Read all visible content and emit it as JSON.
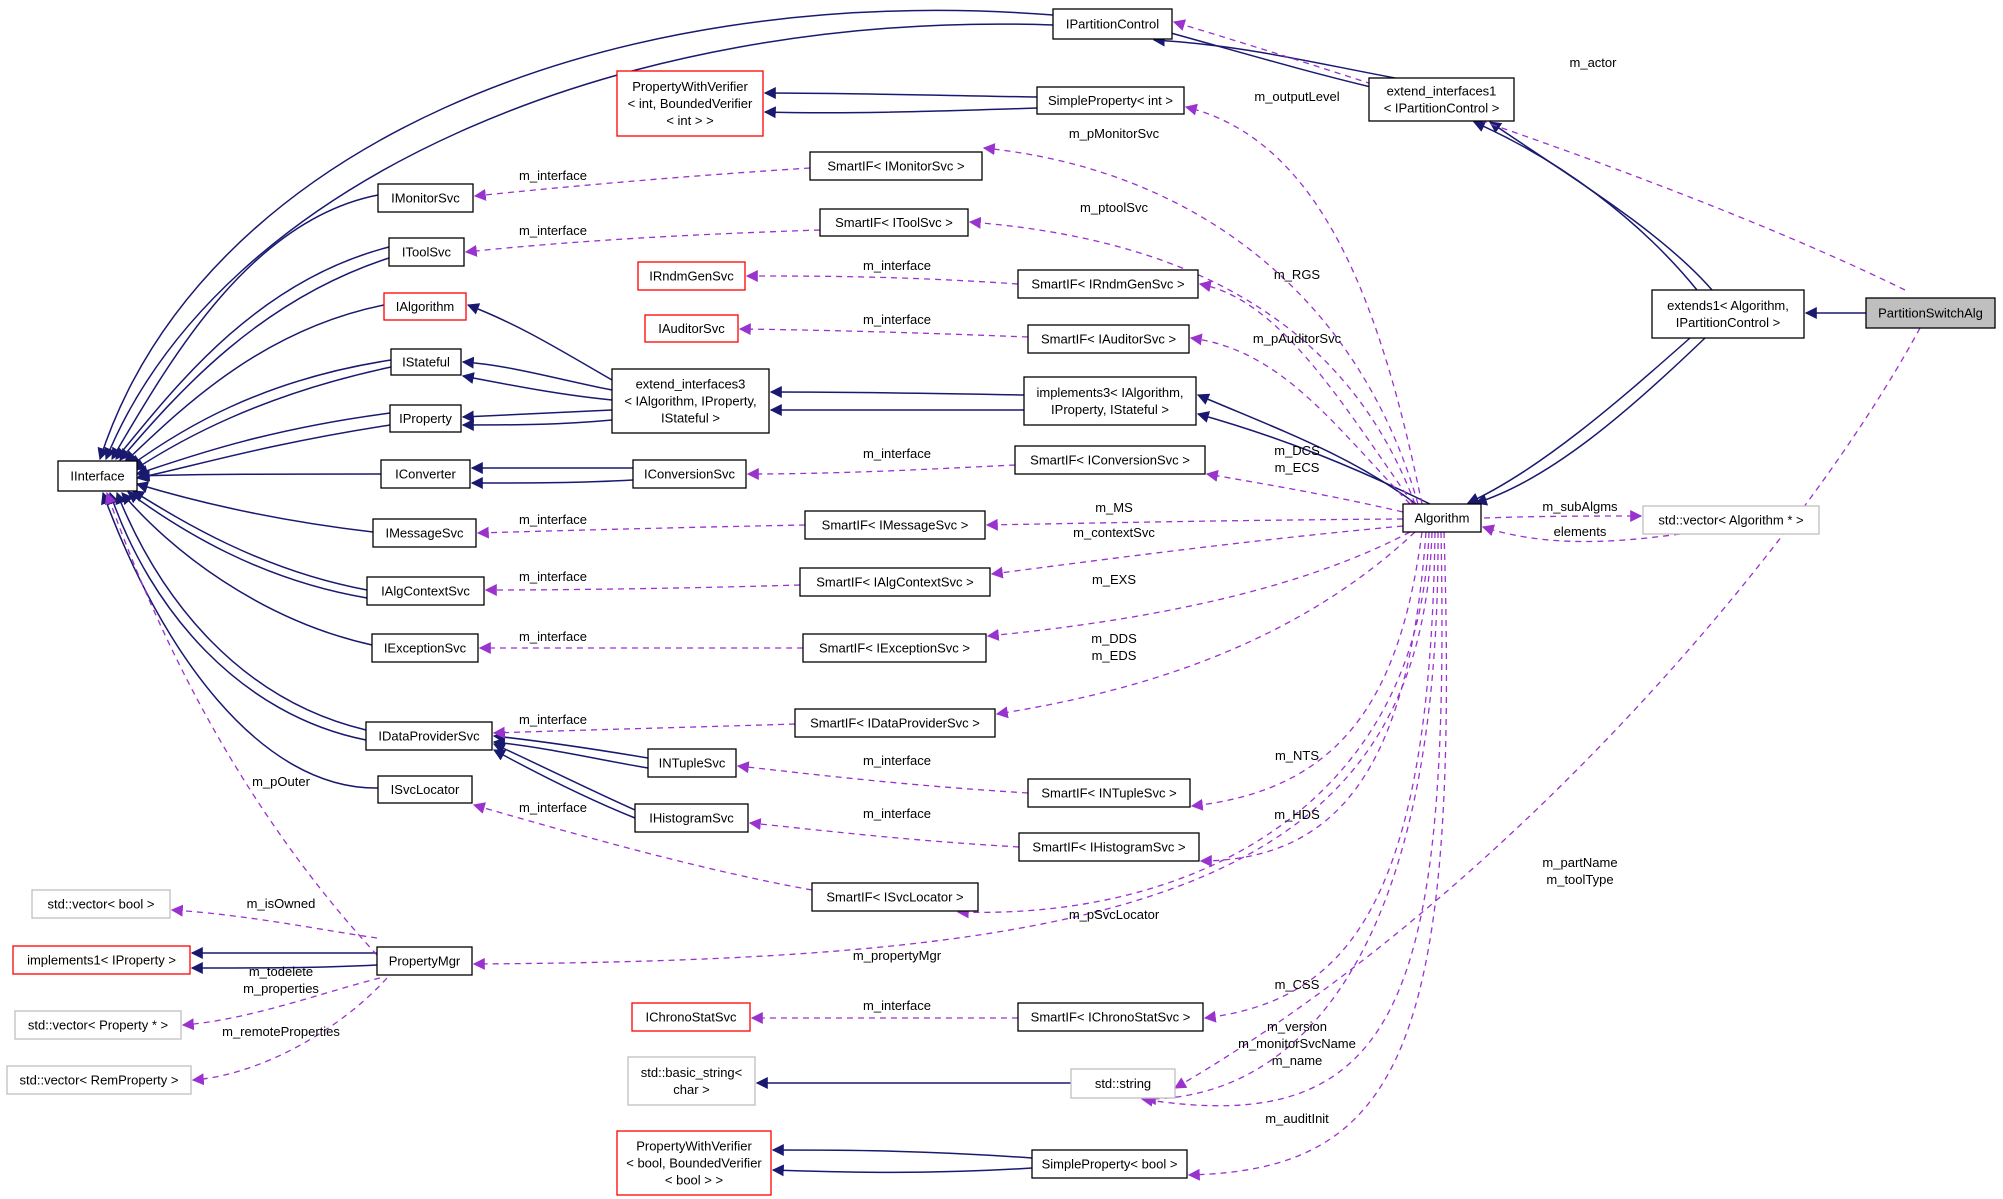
{
  "colors": {
    "inheritance_edge": "#191970",
    "usage_edge": "#9a32cd",
    "normal_border": "#000000",
    "undocumented_border": "#ff0000",
    "external_border": "#bfbfbf",
    "focus_fill": "#bfbfbf"
  },
  "nodes": {
    "PartitionSwitchAlg": {
      "lines": [
        "PartitionSwitchAlg"
      ],
      "kind": "focus"
    },
    "IPartitionControl": {
      "lines": [
        "IPartitionControl"
      ],
      "kind": "normal"
    },
    "extend_interfaces1": {
      "lines": [
        "extend_interfaces1",
        "< IPartitionControl >"
      ],
      "kind": "normal"
    },
    "extends1": {
      "lines": [
        "extends1< Algorithm,",
        "IPartitionControl >"
      ],
      "kind": "normal"
    },
    "Algorithm": {
      "lines": [
        "Algorithm"
      ],
      "kind": "normal"
    },
    "vector_Algorithm": {
      "lines": [
        "std::vector< Algorithm * >"
      ],
      "kind": "external"
    },
    "PropertyWithVerifier_int": {
      "lines": [
        "PropertyWithVerifier",
        "< int, BoundedVerifier",
        "< int > >"
      ],
      "kind": "undocumented"
    },
    "SimpleProperty_int": {
      "lines": [
        "SimpleProperty< int >"
      ],
      "kind": "normal"
    },
    "SmartIF_IMonitorSvc": {
      "lines": [
        "SmartIF< IMonitorSvc >"
      ],
      "kind": "normal"
    },
    "IMonitorSvc": {
      "lines": [
        "IMonitorSvc"
      ],
      "kind": "normal"
    },
    "SmartIF_IToolSvc": {
      "lines": [
        "SmartIF< IToolSvc >"
      ],
      "kind": "normal"
    },
    "IToolSvc": {
      "lines": [
        "IToolSvc"
      ],
      "kind": "normal"
    },
    "IRndmGenSvc": {
      "lines": [
        "IRndmGenSvc"
      ],
      "kind": "undocumented"
    },
    "SmartIF_IRndmGenSvc": {
      "lines": [
        "SmartIF< IRndmGenSvc >"
      ],
      "kind": "normal"
    },
    "IAlgorithm": {
      "lines": [
        "IAlgorithm"
      ],
      "kind": "undocumented"
    },
    "IAuditorSvc": {
      "lines": [
        "IAuditorSvc"
      ],
      "kind": "undocumented"
    },
    "SmartIF_IAuditorSvc": {
      "lines": [
        "SmartIF< IAuditorSvc >"
      ],
      "kind": "normal"
    },
    "IStateful": {
      "lines": [
        "IStateful"
      ],
      "kind": "normal"
    },
    "extend_interfaces3": {
      "lines": [
        "extend_interfaces3",
        "< IAlgorithm, IProperty,",
        "IStateful >"
      ],
      "kind": "normal"
    },
    "implements3": {
      "lines": [
        "implements3< IAlgorithm,",
        "IProperty, IStateful >"
      ],
      "kind": "normal"
    },
    "IProperty": {
      "lines": [
        "IProperty"
      ],
      "kind": "normal"
    },
    "IInterface": {
      "lines": [
        "IInterface"
      ],
      "kind": "normal"
    },
    "IConverter": {
      "lines": [
        "IConverter"
      ],
      "kind": "normal"
    },
    "IConversionSvc": {
      "lines": [
        "IConversionSvc"
      ],
      "kind": "normal"
    },
    "SmartIF_IConversionSvc": {
      "lines": [
        "SmartIF< IConversionSvc >"
      ],
      "kind": "normal"
    },
    "IMessageSvc": {
      "lines": [
        "IMessageSvc"
      ],
      "kind": "normal"
    },
    "SmartIF_IMessageSvc": {
      "lines": [
        "SmartIF< IMessageSvc >"
      ],
      "kind": "normal"
    },
    "IAlgContextSvc": {
      "lines": [
        "IAlgContextSvc"
      ],
      "kind": "normal"
    },
    "SmartIF_IAlgContextSvc": {
      "lines": [
        "SmartIF< IAlgContextSvc >"
      ],
      "kind": "normal"
    },
    "IExceptionSvc": {
      "lines": [
        "IExceptionSvc"
      ],
      "kind": "normal"
    },
    "SmartIF_IExceptionSvc": {
      "lines": [
        "SmartIF< IExceptionSvc >"
      ],
      "kind": "normal"
    },
    "IDataProviderSvc": {
      "lines": [
        "IDataProviderSvc"
      ],
      "kind": "normal"
    },
    "SmartIF_IDataProviderSvc": {
      "lines": [
        "SmartIF< IDataProviderSvc >"
      ],
      "kind": "normal"
    },
    "INTupleSvc": {
      "lines": [
        "INTupleSvc"
      ],
      "kind": "normal"
    },
    "SmartIF_INTupleSvc": {
      "lines": [
        "SmartIF< INTupleSvc >"
      ],
      "kind": "normal"
    },
    "ISvcLocator": {
      "lines": [
        "ISvcLocator"
      ],
      "kind": "normal"
    },
    "IHistogramSvc": {
      "lines": [
        "IHistogramSvc"
      ],
      "kind": "normal"
    },
    "SmartIF_IHistogramSvc": {
      "lines": [
        "SmartIF< IHistogramSvc >"
      ],
      "kind": "normal"
    },
    "SmartIF_ISvcLocator": {
      "lines": [
        "SmartIF< ISvcLocator >"
      ],
      "kind": "normal"
    },
    "vector_bool": {
      "lines": [
        "std::vector< bool >"
      ],
      "kind": "external"
    },
    "implements1_IProperty": {
      "lines": [
        "implements1< IProperty >"
      ],
      "kind": "undocumented"
    },
    "PropertyMgr": {
      "lines": [
        "PropertyMgr"
      ],
      "kind": "normal"
    },
    "vector_Property": {
      "lines": [
        "std::vector< Property * >"
      ],
      "kind": "external"
    },
    "vector_RemProperty": {
      "lines": [
        "std::vector< RemProperty >"
      ],
      "kind": "external"
    },
    "IChronoStatSvc": {
      "lines": [
        "IChronoStatSvc"
      ],
      "kind": "undocumented"
    },
    "SmartIF_IChronoStatSvc": {
      "lines": [
        "SmartIF< IChronoStatSvc >"
      ],
      "kind": "normal"
    },
    "basic_string": {
      "lines": [
        "std::basic_string<",
        "char >"
      ],
      "kind": "external"
    },
    "std_string": {
      "lines": [
        "std::string"
      ],
      "kind": "external"
    },
    "PropertyWithVerifier_bool": {
      "lines": [
        "PropertyWithVerifier",
        "< bool, BoundedVerifier",
        "< bool > >"
      ],
      "kind": "undocumented"
    },
    "SimpleProperty_bool": {
      "lines": [
        "SimpleProperty< bool >"
      ],
      "kind": "normal"
    }
  },
  "edge_labels": {
    "m_actor": "m_actor",
    "m_outputLevel": "m_outputLevel",
    "m_pMonitorSvc": "m_pMonitorSvc",
    "m_ptoolSvc": "m_ptoolSvc",
    "m_RGS": "m_RGS",
    "m_pAuditorSvc": "m_pAuditorSvc",
    "m_DCS": "m_DCS",
    "m_ECS": "m_ECS",
    "m_MS": "m_MS",
    "m_contextSvc": "m_contextSvc",
    "m_EXS": "m_EXS",
    "m_DDS": "m_DDS",
    "m_EDS": "m_EDS",
    "m_NTS": "m_NTS",
    "m_HDS": "m_HDS",
    "m_pSvcLocator": "m_pSvcLocator",
    "m_propertyMgr": "m_propertyMgr",
    "m_CSS": "m_CSS",
    "m_version": "m_version",
    "m_monitorSvcName": "m_monitorSvcName",
    "m_name": "m_name",
    "m_auditInit": "m_auditInit",
    "m_subAlgms": "m_subAlgms",
    "elements": "elements",
    "m_partName": "m_partName",
    "m_toolType": "m_toolType",
    "m_interface": "m_interface",
    "m_pOuter": "m_pOuter",
    "m_isOwned": "m_isOwned",
    "m_todelete": "m_todelete",
    "m_properties": "m_properties",
    "m_remoteProperties": "m_remoteProperties"
  }
}
